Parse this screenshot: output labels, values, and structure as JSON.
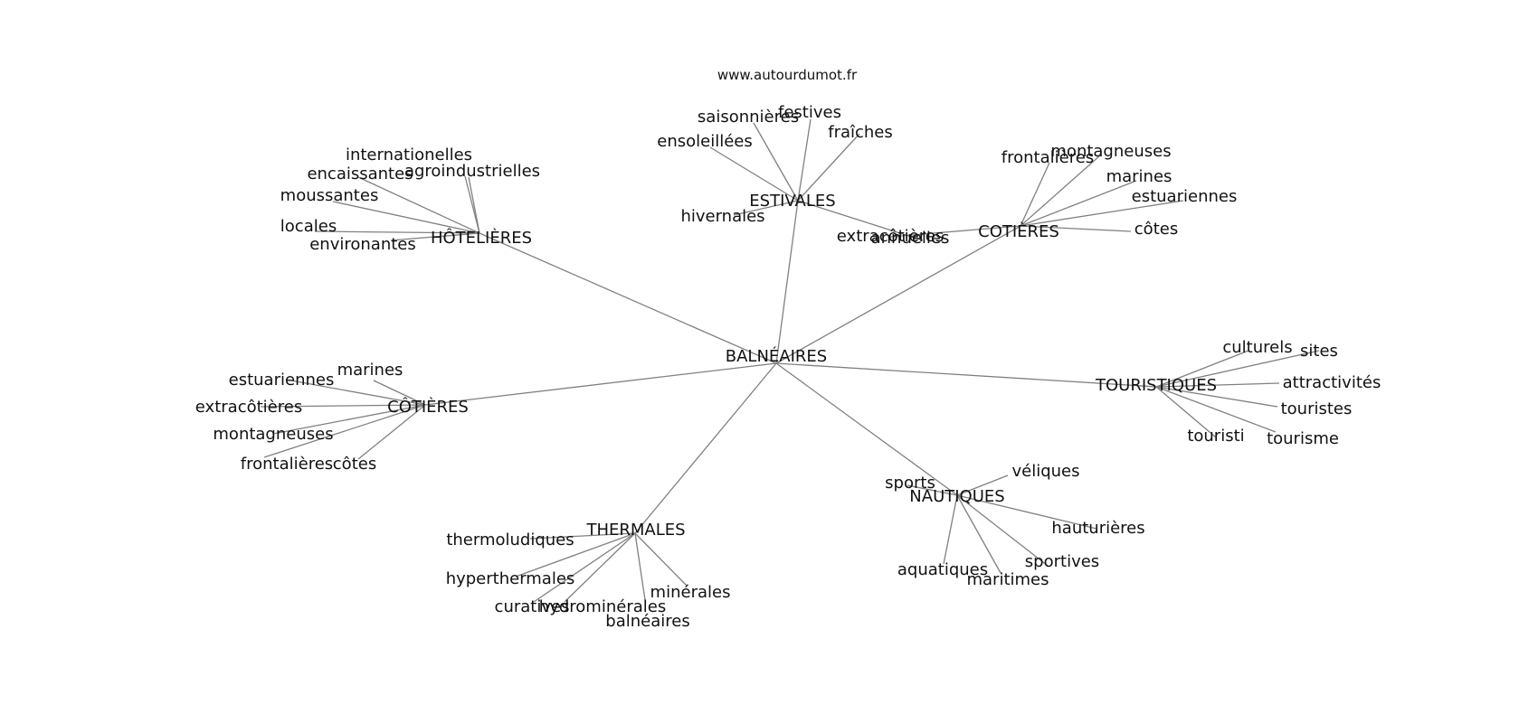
{
  "site": "www.autourdumot.fr",
  "center": "BALNÉAIRES",
  "hubs": [
    {
      "label": "HÔTELIÈRES",
      "leaves": [
        "internationelles",
        "encaissantes",
        "agroindustrielles",
        "moussantes",
        "locales",
        "environantes"
      ]
    },
    {
      "label": "ESTIVALES",
      "leaves": [
        "saisonnières",
        "festives",
        "fraîches",
        "ensoleillées",
        "hivernales",
        "annuelles"
      ]
    },
    {
      "label": "COTIÈRES",
      "leaves": [
        "frontalières",
        "montagneuses",
        "marines",
        "estuariennes",
        "côtes",
        "extracôtières"
      ]
    },
    {
      "label": "TOURISTIQUES",
      "leaves": [
        "culturels",
        "sites",
        "attractivités",
        "touristes",
        "tourisme",
        "touristi"
      ]
    },
    {
      "label": "NAUTIQUES",
      "leaves": [
        "sports",
        "véliques",
        "hauturières",
        "sportives",
        "maritimes",
        "aquatiques"
      ]
    },
    {
      "label": "THERMALES",
      "leaves": [
        "thermoludiques",
        "hyperthermales",
        "curatives",
        "hydrominérales",
        "minérales",
        "balnéaires"
      ]
    },
    {
      "label": "CÔTIÈRES",
      "leaves": [
        "estuariennes",
        "marines",
        "extracôtières",
        "montagneuses",
        "frontalières",
        "côtes"
      ]
    }
  ]
}
